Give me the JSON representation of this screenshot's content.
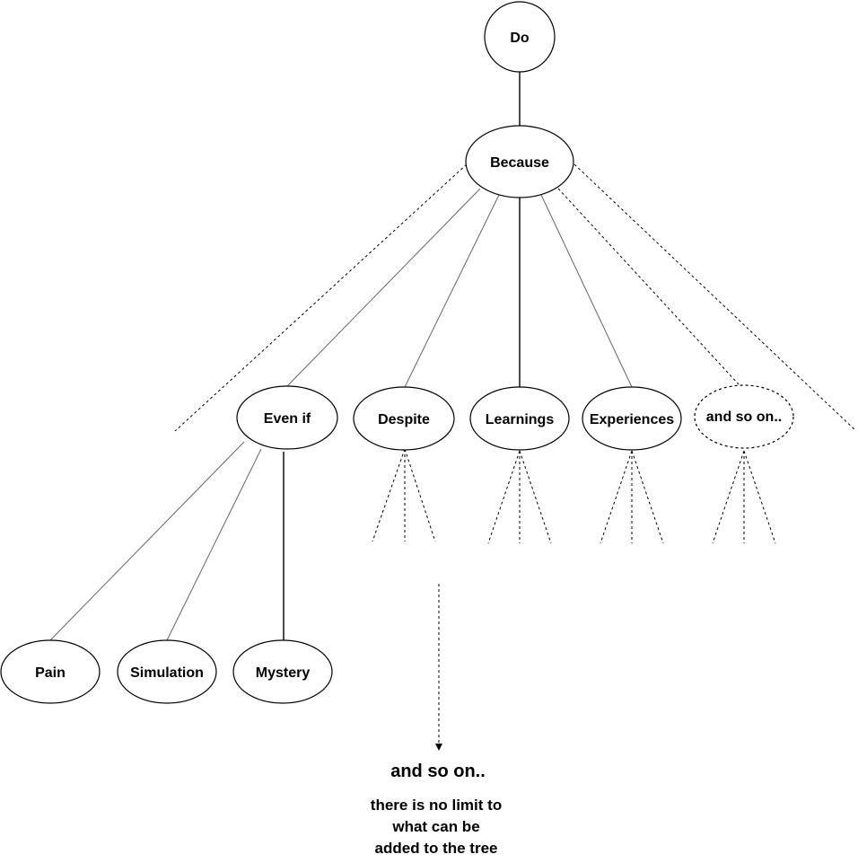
{
  "tree": {
    "root": {
      "label": "Do"
    },
    "because": {
      "label": "Because"
    },
    "children": [
      {
        "key": "even_if",
        "label": "Even if"
      },
      {
        "key": "despite",
        "label": "Despite"
      },
      {
        "key": "learnings",
        "label": "Learnings"
      },
      {
        "key": "experiences",
        "label": "Experiences"
      },
      {
        "key": "and_so_on",
        "label": "and so on.."
      }
    ],
    "grandchildren": [
      {
        "key": "pain",
        "label": "Pain"
      },
      {
        "key": "simulation",
        "label": "Simulation"
      },
      {
        "key": "mystery",
        "label": "Mystery"
      }
    ]
  },
  "caption": {
    "title": "and so on..",
    "note_lines": [
      "there is no limit to",
      "what can be",
      "added to the tree"
    ]
  }
}
